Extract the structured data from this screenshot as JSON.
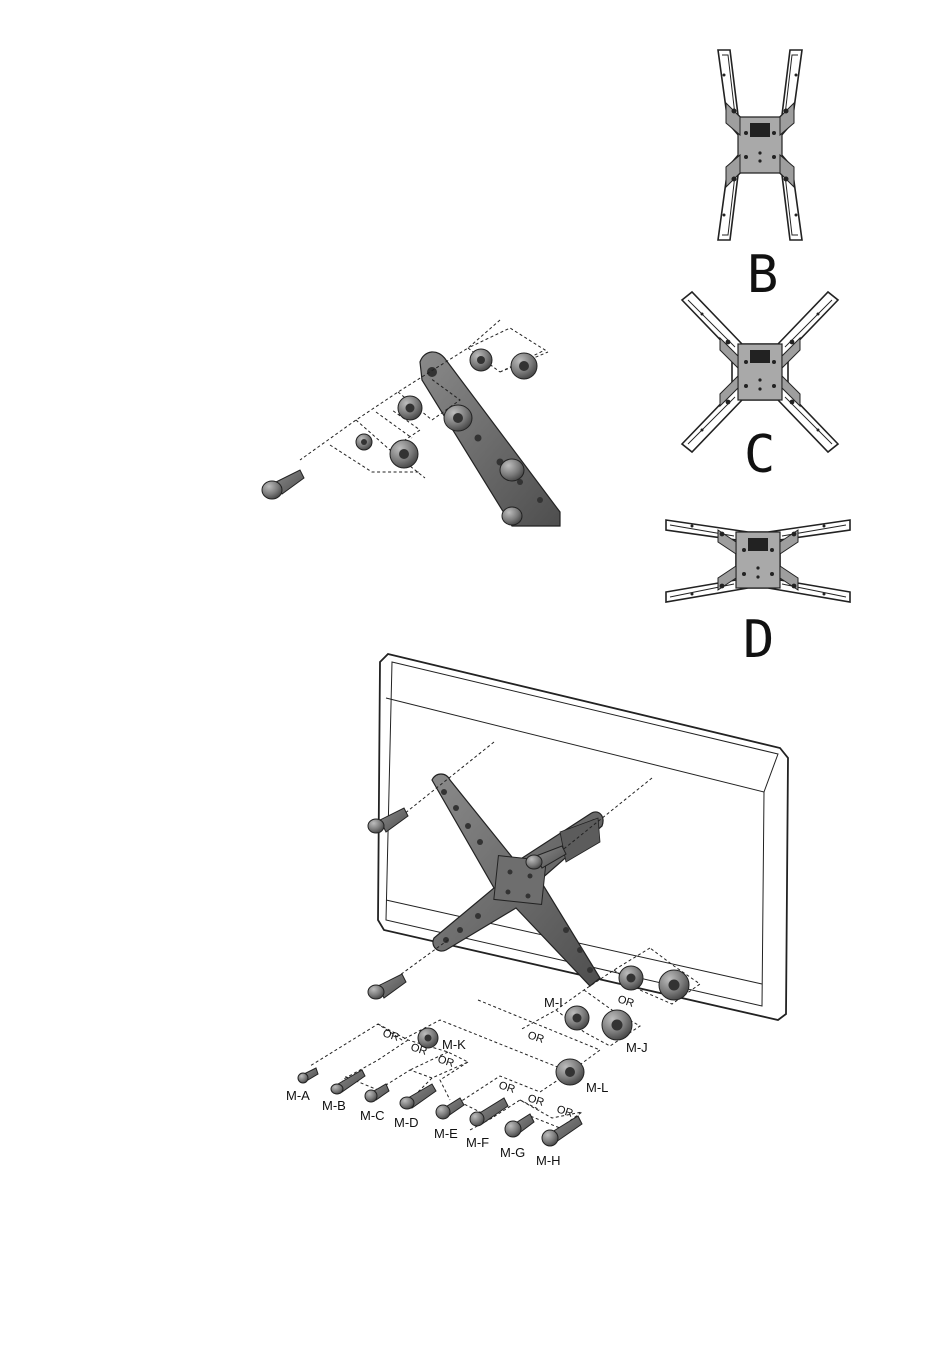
{
  "config_labels": [
    "B",
    "C",
    "D"
  ],
  "hardware_labels": {
    "screws": [
      "M-A",
      "M-B",
      "M-C",
      "M-D",
      "M-E",
      "M-F",
      "M-G",
      "M-H"
    ],
    "washer_small": "M-I",
    "spacer_large": "M-J",
    "washer_k": "M-K",
    "washer_l": "M-L"
  },
  "or_text": "OR",
  "colors": {
    "ink": "#222222",
    "metal": "#7a7a7a",
    "metal_dark": "#555555",
    "plate_light": "#bdbdbd"
  }
}
